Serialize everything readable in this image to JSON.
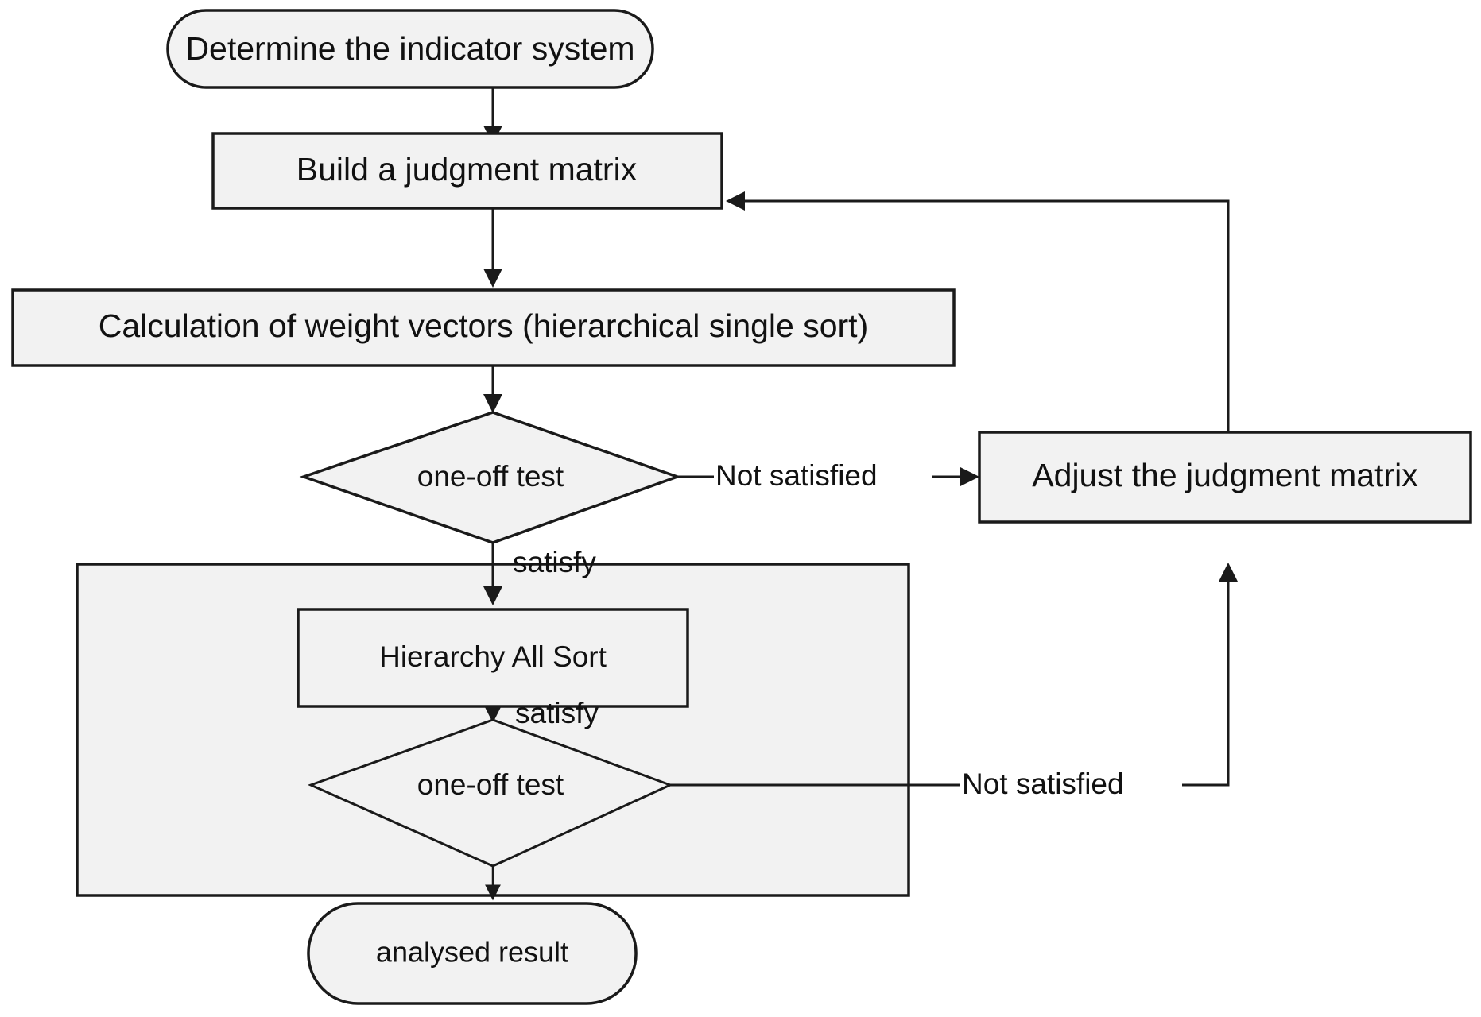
{
  "diagram": {
    "type": "flowchart",
    "title": "AHP analysis process flowchart",
    "background_color": "#ffffff",
    "shape_fill": "#f2f2f2",
    "stroke_color": "#1a1a1a",
    "nodes": [
      {
        "id": "n1",
        "shape": "rounded-terminator",
        "label": "Determine the indicator system"
      },
      {
        "id": "n2",
        "shape": "rectangle",
        "label": "Build a judgment matrix"
      },
      {
        "id": "n3",
        "shape": "rectangle",
        "label": "Calculation of weight vectors (hierarchical single sort)"
      },
      {
        "id": "n4",
        "shape": "diamond",
        "label": "one-off test"
      },
      {
        "id": "n5",
        "shape": "rectangle",
        "label": "Adjust the judgment matrix"
      },
      {
        "id": "n6",
        "shape": "rectangle",
        "label": "Hierarchy All Sort"
      },
      {
        "id": "n7",
        "shape": "diamond",
        "label": "one-off test"
      },
      {
        "id": "n8",
        "shape": "rounded-terminator",
        "label": "analysed result"
      },
      {
        "id": "g1",
        "shape": "group-container",
        "label": ""
      }
    ],
    "edge_labels": {
      "not_satisfied_top": "Not satisfied",
      "not_satisfied_bottom": "Not satisfied",
      "satisfy_upper": "satisfy",
      "satisfy_lower": "satisfy"
    },
    "edges": [
      {
        "from": "n1",
        "to": "n2",
        "label": ""
      },
      {
        "from": "n2",
        "to": "n3",
        "label": ""
      },
      {
        "from": "n3",
        "to": "n4",
        "label": ""
      },
      {
        "from": "n4",
        "to": "n5",
        "label": "Not satisfied"
      },
      {
        "from": "n5",
        "to": "n2",
        "label": ""
      },
      {
        "from": "n4",
        "to": "n6",
        "label": "satisfy"
      },
      {
        "from": "n6",
        "to": "n7",
        "label": "satisfy"
      },
      {
        "from": "n7",
        "to": "n5",
        "label": "Not satisfied"
      },
      {
        "from": "n7",
        "to": "n8",
        "label": ""
      }
    ]
  }
}
